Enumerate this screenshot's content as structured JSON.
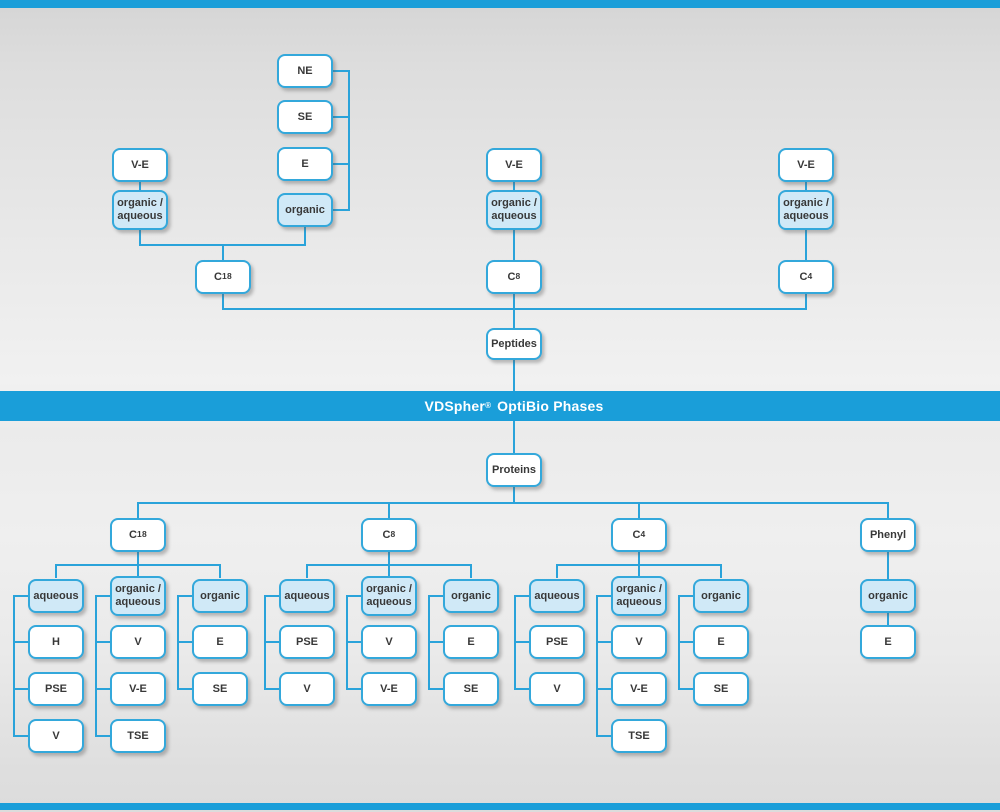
{
  "colors": {
    "accent_blue": "#1a9ed9",
    "light_blue_fill": "#d0e9f7",
    "line_blue": "#2aa3da",
    "box_border": "#33a8db"
  },
  "banner": {
    "brand": "VDSpher",
    "reg": "®",
    "title": "OptiBio Phases"
  },
  "peptides": {
    "root": "Peptides",
    "eluents": {
      "ne": "NE",
      "se": "SE",
      "e": "E",
      "organic": "organic",
      "ve_c18": "V-E",
      "orgaq_c18": "organic /\naqueous",
      "ve_c8": "V-E",
      "orgaq_c8": "organic /\naqueous",
      "ve_c4": "V-E",
      "orgaq_c4": "organic /\naqueous"
    },
    "columns": {
      "c18": {
        "letter": "C",
        "num": "18"
      },
      "c8": {
        "letter": "C",
        "num": "8"
      },
      "c4": {
        "letter": "C",
        "num": "4"
      }
    }
  },
  "proteins": {
    "root": "Proteins",
    "groups": [
      {
        "column": {
          "letter": "C",
          "num": "18"
        },
        "modes": [
          {
            "label": "aqueous",
            "children": [
              "H",
              "PSE",
              "V"
            ]
          },
          {
            "label": "organic /\naqueous",
            "children": [
              "V",
              "V-E",
              "TSE"
            ]
          },
          {
            "label": "organic",
            "children": [
              "E",
              "SE"
            ]
          }
        ]
      },
      {
        "column": {
          "letter": "C",
          "num": "8"
        },
        "modes": [
          {
            "label": "aqueous",
            "children": [
              "PSE",
              "V"
            ]
          },
          {
            "label": "organic /\naqueous",
            "children": [
              "V",
              "V-E"
            ]
          },
          {
            "label": "organic",
            "children": [
              "E",
              "SE"
            ]
          }
        ]
      },
      {
        "column": {
          "letter": "C",
          "num": "4"
        },
        "modes": [
          {
            "label": "aqueous",
            "children": [
              "PSE",
              "V"
            ]
          },
          {
            "label": "organic /\naqueous",
            "children": [
              "V",
              "V-E",
              "TSE"
            ]
          },
          {
            "label": "organic",
            "children": [
              "E",
              "SE"
            ]
          }
        ]
      },
      {
        "column": {
          "letter": "Phenyl",
          "num": ""
        },
        "modes": [
          {
            "label": "organic",
            "children": [
              "E"
            ]
          }
        ]
      }
    ]
  }
}
